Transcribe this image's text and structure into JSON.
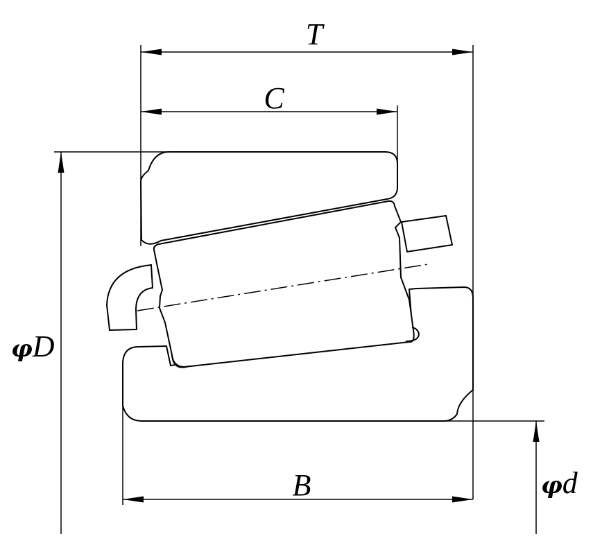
{
  "dimensions": {
    "T": "T",
    "C": "C",
    "B": "B",
    "phi_symbol": "φ",
    "D": "D",
    "d": "d"
  }
}
